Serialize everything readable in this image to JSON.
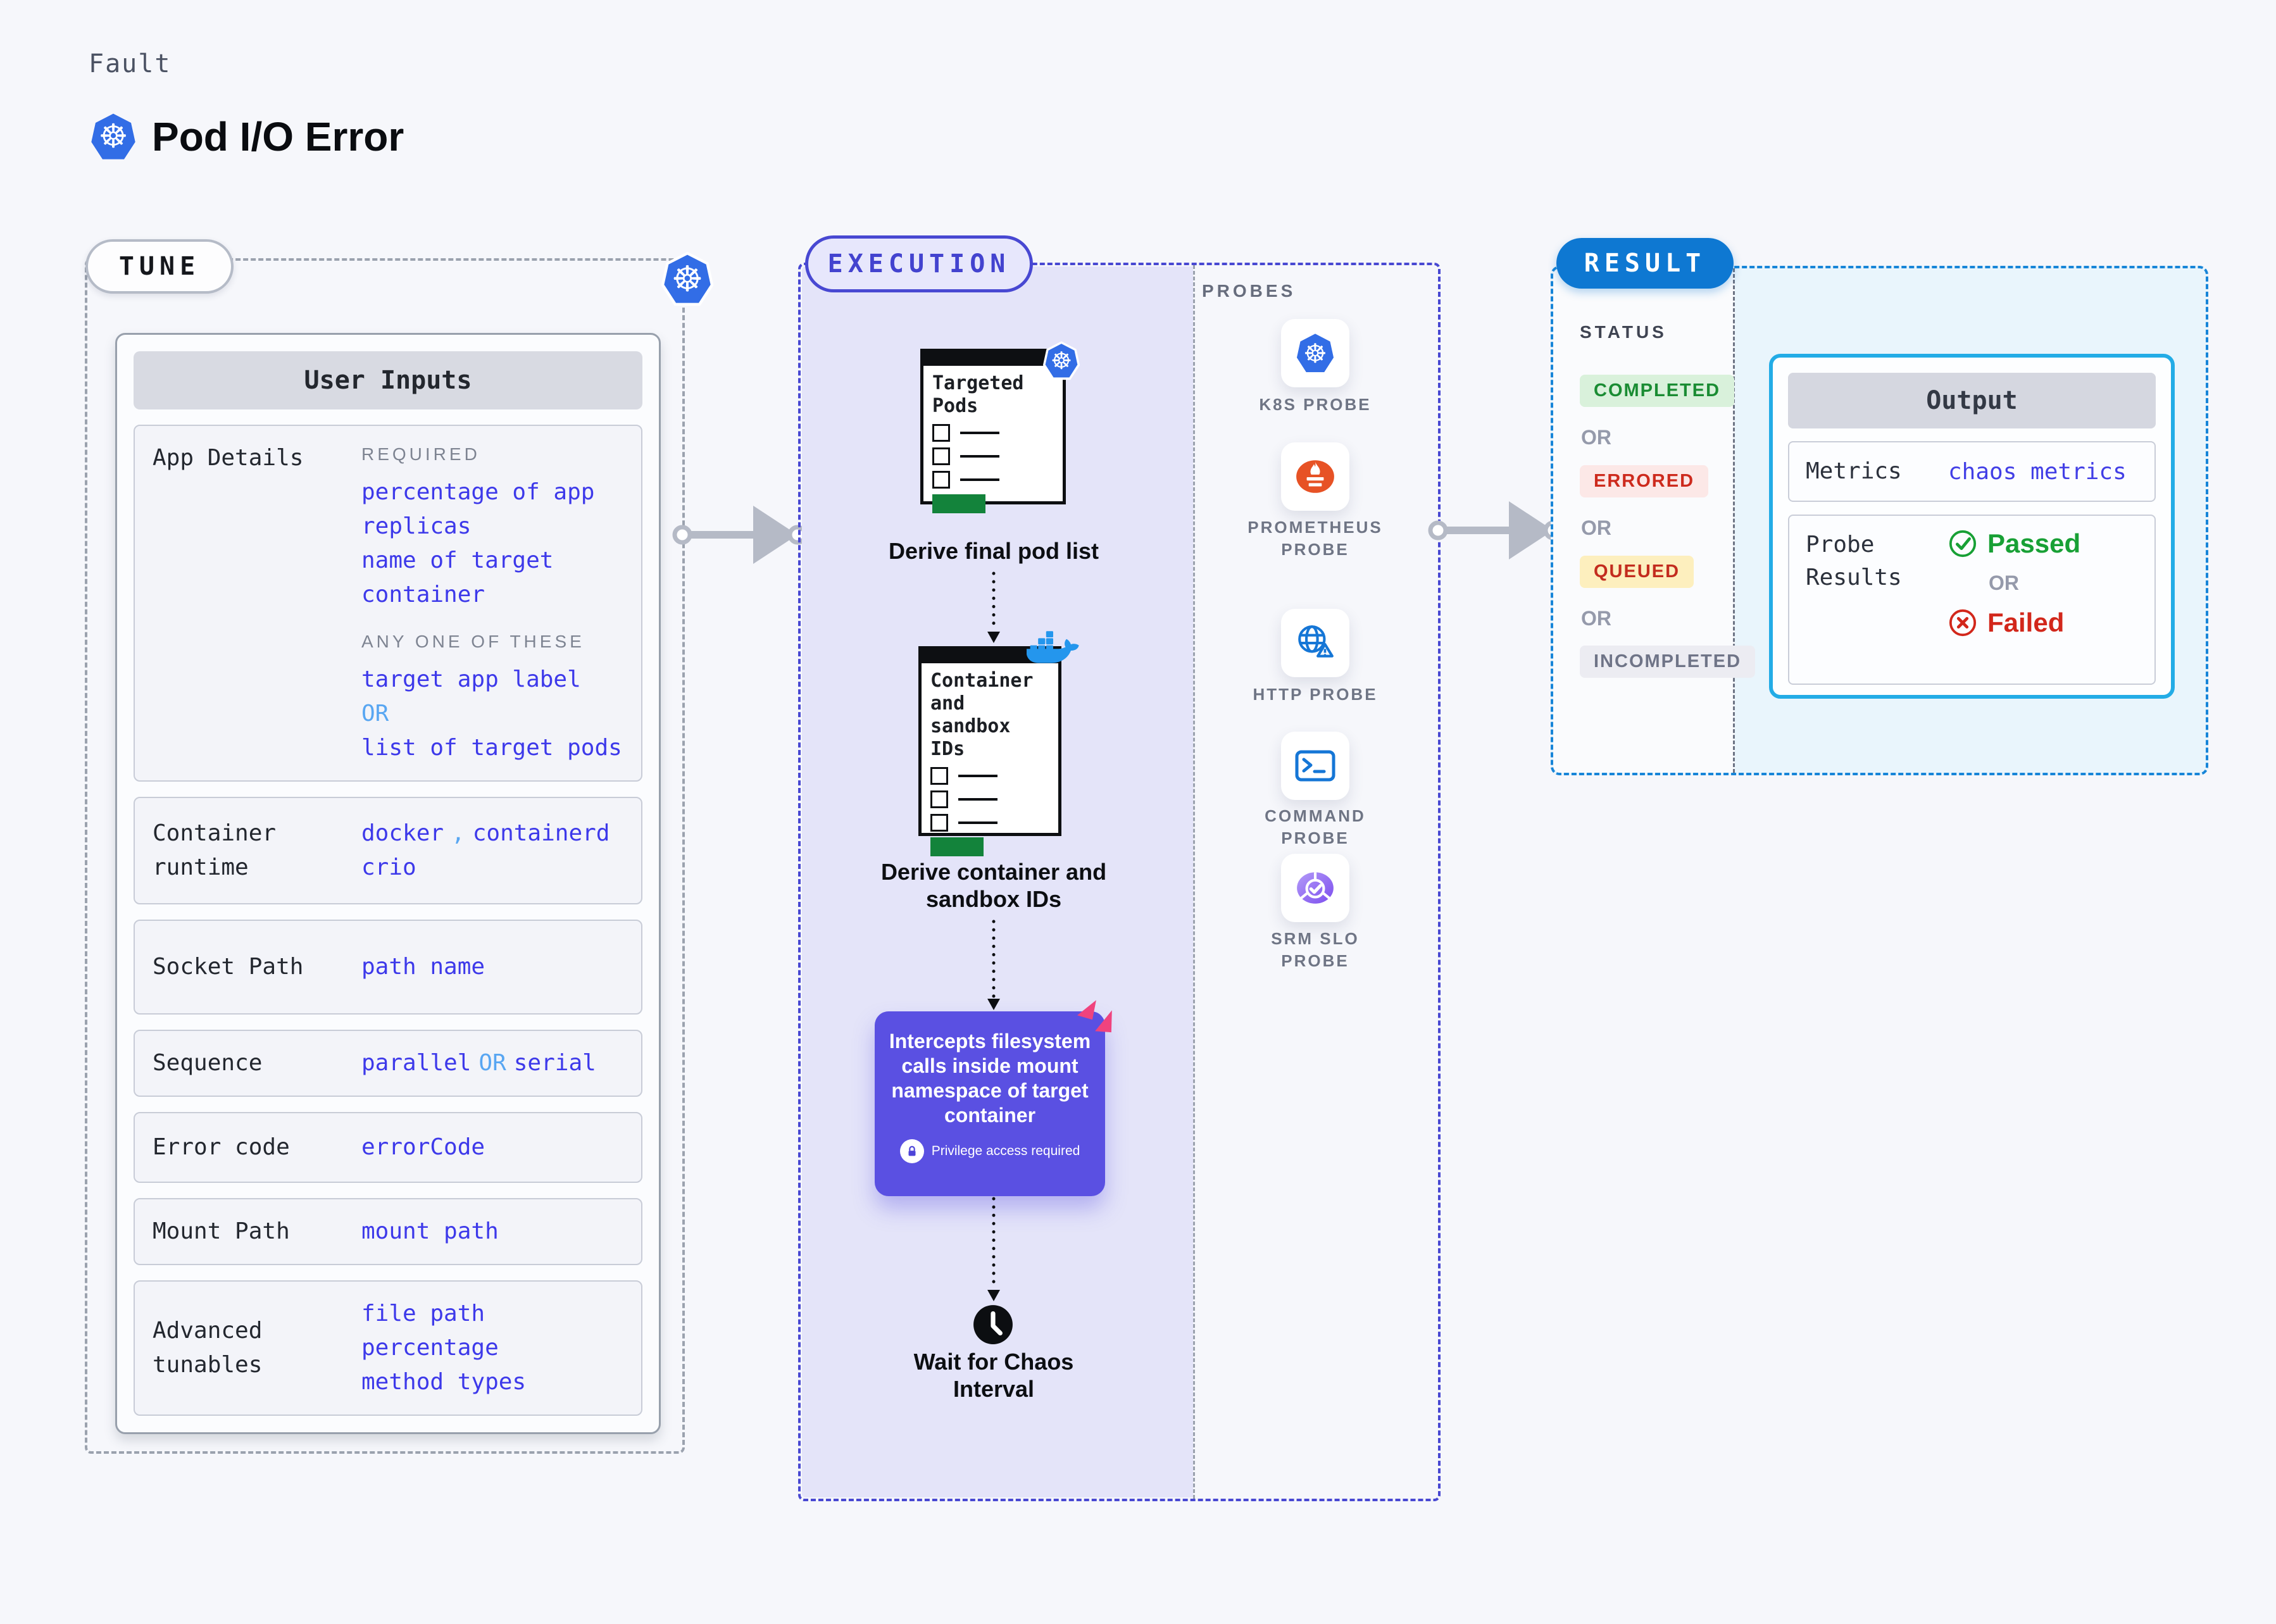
{
  "header": {
    "kicker": "Fault",
    "title": "Pod I/O Error",
    "icon": "kubernetes-icon"
  },
  "tune": {
    "label": "TUNE",
    "card_title": "User Inputs",
    "app_details": {
      "label": "App Details",
      "required_tag": "REQUIRED",
      "required_values": [
        "percentage of app replicas",
        "name of target container"
      ],
      "any_tag": "ANY ONE OF THESE",
      "option_a": "target app label",
      "or": "OR",
      "option_b": "list of target pods"
    },
    "container_runtime": {
      "label": "Container runtime",
      "v1": "docker",
      "comma": ",",
      "v2": "containerd",
      "v3": "crio"
    },
    "socket_path": {
      "label": "Socket Path",
      "value": "path name"
    },
    "sequence": {
      "label": "Sequence",
      "v1": "parallel",
      "or": "OR",
      "v2": "serial"
    },
    "error_code": {
      "label": "Error code",
      "value": "errorCode"
    },
    "mount_path": {
      "label": "Mount Path",
      "value": "mount path"
    },
    "advanced_tunables": {
      "label": "Advanced tunables",
      "values": [
        "file path",
        "percentage",
        "method types"
      ]
    }
  },
  "execution": {
    "label": "EXECUTION",
    "step1": {
      "card_title": "Targeted Pods",
      "caption": "Derive final pod list",
      "badge": "kubernetes-icon"
    },
    "step2": {
      "card_title": "Container and sandbox IDs",
      "caption": "Derive container and sandbox IDs",
      "badge": "docker-icon"
    },
    "step3": {
      "text": "Intercepts filesystem calls inside mount namespace of target container",
      "note": "Privilege access required",
      "badge": "chaos-icon"
    },
    "step4": {
      "caption": "Wait for Chaos Interval",
      "icon": "clock-icon"
    }
  },
  "probes": {
    "label": "PROBES",
    "items": [
      {
        "name": "K8S PROBE",
        "icon": "kubernetes-icon"
      },
      {
        "name": "PROMETHEUS PROBE",
        "icon": "prometheus-icon"
      },
      {
        "name": "HTTP PROBE",
        "icon": "http-globe-icon"
      },
      {
        "name": "COMMAND PROBE",
        "icon": "terminal-icon"
      },
      {
        "name": "SRM SLO PROBE",
        "icon": "slo-gauge-icon"
      }
    ]
  },
  "result": {
    "label": "RESULT",
    "status_label": "STATUS",
    "or": "OR",
    "statuses": [
      {
        "text": "COMPLETED",
        "kind": "success"
      },
      {
        "text": "ERRORED",
        "kind": "error"
      },
      {
        "text": "QUEUED",
        "kind": "queued"
      },
      {
        "text": "INCOMPLETED",
        "kind": "neutral"
      }
    ],
    "output": {
      "title": "Output",
      "metrics_label": "Metrics",
      "metrics_value": "chaos metrics",
      "probe_results_label": "Probe Results",
      "passed": "Passed",
      "or": "OR",
      "failed": "Failed"
    }
  },
  "colors": {
    "page_bg": "#f6f7fb",
    "accent_indigo": "#4848d2",
    "lavender_bg": "#e4e4f9",
    "purple_card": "#5a50e2",
    "value_blue": "#3d39ea",
    "or_light_blue": "#58a6f2",
    "result_pill_blue": "#0e78d2",
    "result_dash_blue": "#1785d8",
    "output_border_cyan": "#23ace6",
    "passed_green": "#18a035",
    "failed_red": "#d2271b",
    "k8s_blue": "#326de6",
    "docker_blue": "#2496ed",
    "prometheus_orange": "#e75225",
    "slo_purple": "#7c4dee",
    "pink_icon": "#f0437e",
    "green_bar": "#13833b"
  }
}
